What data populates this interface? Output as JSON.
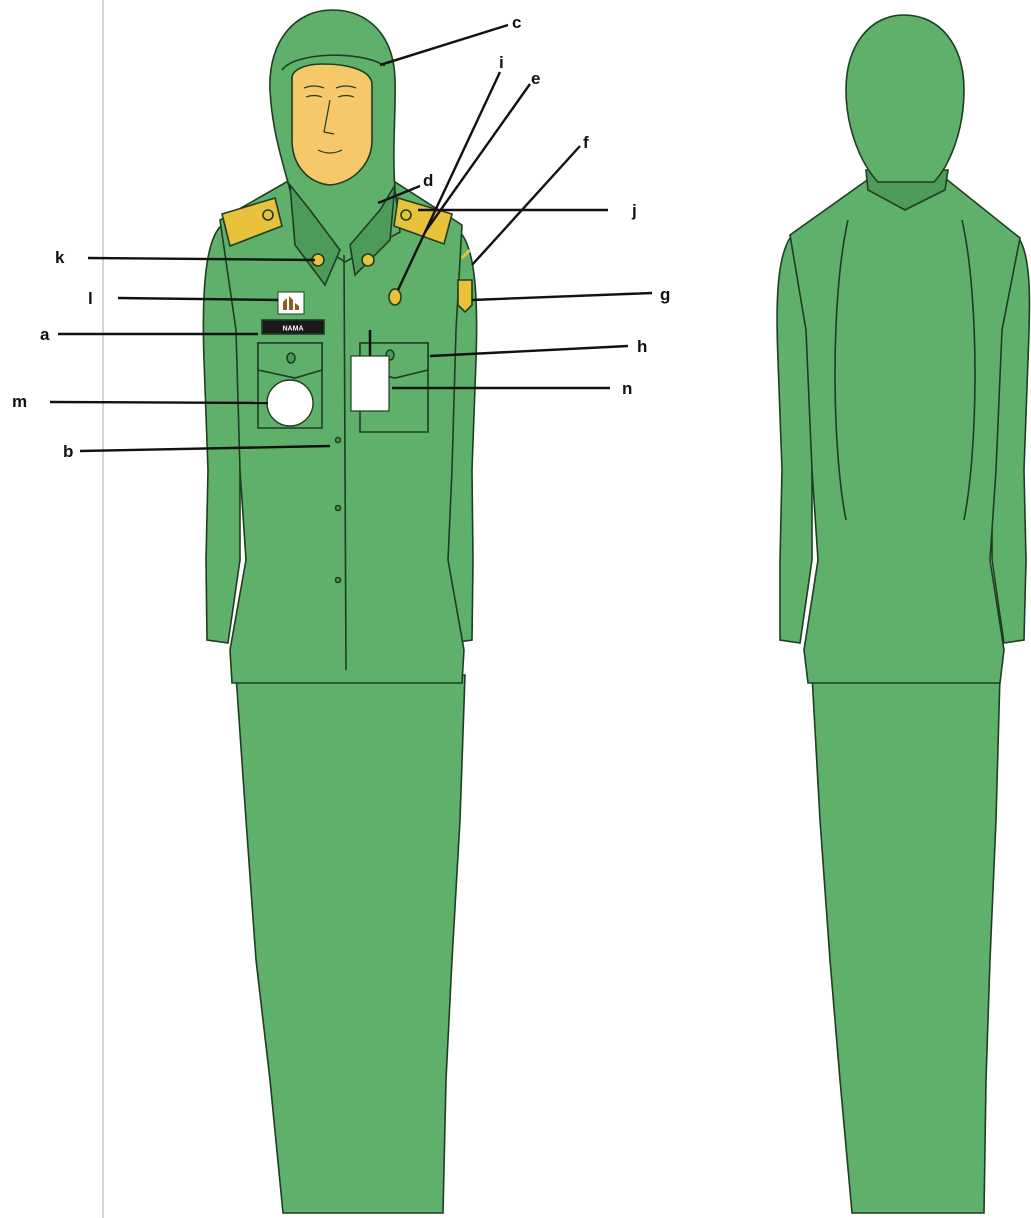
{
  "figure": {
    "colors": {
      "uniform": "#5fb06a",
      "uniform_dark": "#4e9a5a",
      "outline": "#1f3d22",
      "face": "#f5c96a",
      "gold": "#e8c23a",
      "badge": "#ffffff",
      "nametag": "#1a1a1a"
    },
    "front_view": {
      "nametag_text": "NAMA"
    },
    "labels": {
      "a": "a",
      "b": "b",
      "c": "c",
      "d": "d",
      "e": "e",
      "f": "f",
      "g": "g",
      "h": "h",
      "i": "i",
      "j": "j",
      "k": "k",
      "l": "l",
      "m": "m",
      "n": "n"
    }
  }
}
